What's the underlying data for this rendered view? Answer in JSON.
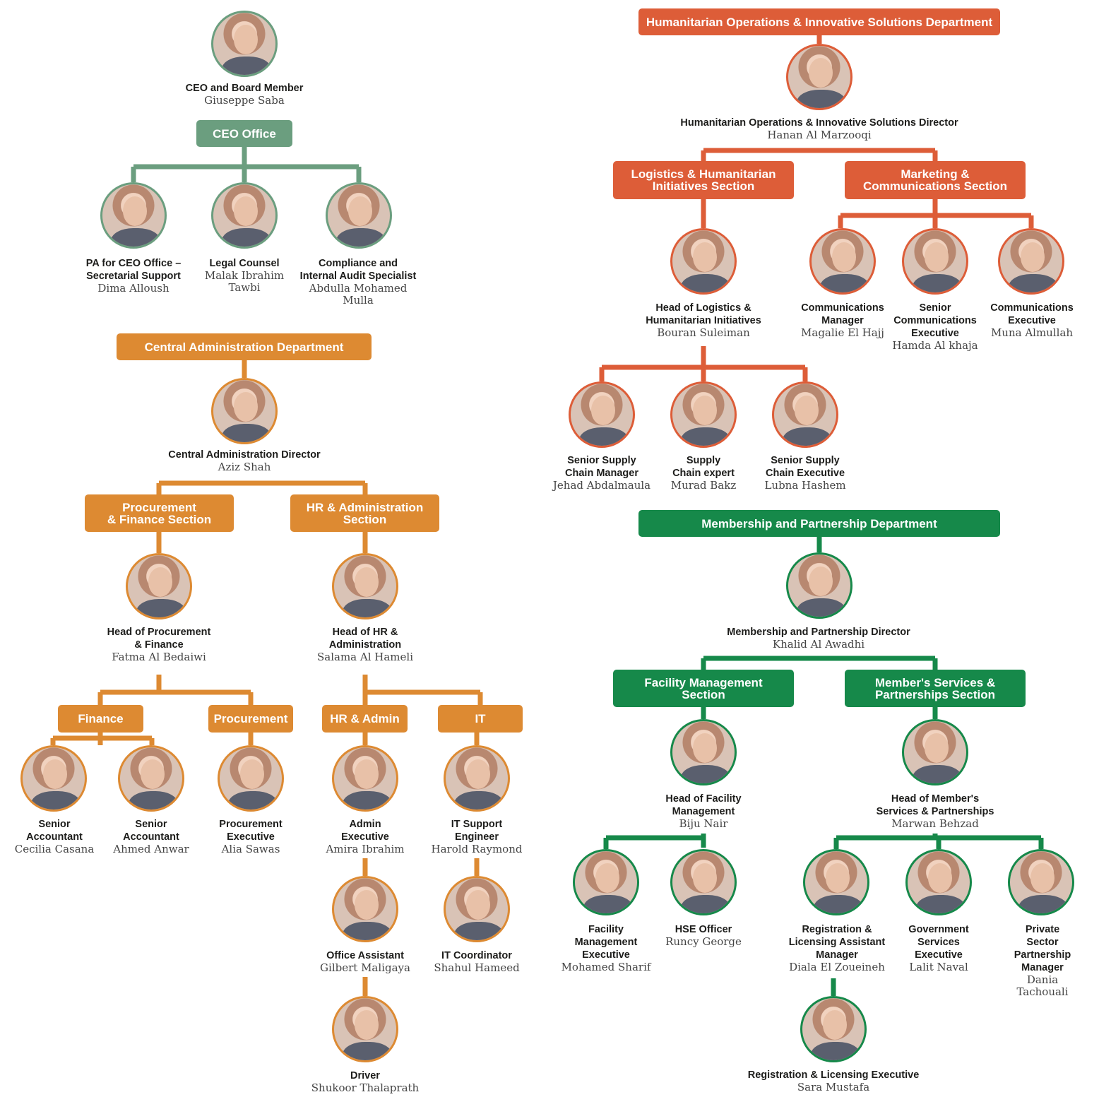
{
  "colors": {
    "ceo_office": "#6b9e7f",
    "central_admin": "#dd8a32",
    "humanitarian": "#dd5d38",
    "membership": "#16894a"
  },
  "headers": {
    "ceo_office": "CEO Office",
    "central_admin": "Central Administration Department",
    "procurement_finance": "Procurement\n& Finance Section",
    "hr_admin_section": "HR & Administration\nSection",
    "finance": "Finance",
    "procurement": "Procurement",
    "hr_admin": "HR & Admin",
    "it": "IT",
    "humanitarian": "Humanitarian Operations & Innovative Solutions Department",
    "logistics": "Logistics & Humanitarian\nInitiatives Section",
    "marketing": "Marketing &\nCommunications Section",
    "membership": "Membership and Partnership Department",
    "facility": "Facility Management\nSection",
    "members_services": "Member's Services &\nPartnerships Section"
  },
  "people": {
    "ceo": {
      "title": "CEO and Board Member",
      "name": "Giuseppe Saba"
    },
    "pa": {
      "title": "PA for CEO Office –\nSecretarial Support",
      "name": "Dima Alloush"
    },
    "legal": {
      "title": "Legal Counsel",
      "name": "Malak Ibrahim\nTawbi"
    },
    "compliance": {
      "title": "Compliance and\nInternal Audit Specialist",
      "name": "Abdulla Mohamed\nMulla"
    },
    "ca_director": {
      "title": "Central Administration Director",
      "name": "Aziz Shah"
    },
    "head_proc": {
      "title": "Head of Procurement\n& Finance",
      "name": "Fatma Al Bedaiwi"
    },
    "head_hr": {
      "title": "Head of HR &\nAdministration",
      "name": "Salama Al Hameli"
    },
    "sr_acc1": {
      "title": "Senior\nAccountant",
      "name": "Cecilia Casana"
    },
    "sr_acc2": {
      "title": "Senior\nAccountant",
      "name": "Ahmed Anwar"
    },
    "proc_exec": {
      "title": "Procurement\nExecutive",
      "name": "Alia Sawas"
    },
    "admin_exec": {
      "title": "Admin\nExecutive",
      "name": "Amira Ibrahim"
    },
    "it_support": {
      "title": "IT Support\nEngineer",
      "name": "Harold Raymond"
    },
    "office_asst": {
      "title": "Office Assistant",
      "name": "Gilbert Maligaya"
    },
    "it_coord": {
      "title": "IT Coordinator",
      "name": "Shahul Hameed"
    },
    "driver": {
      "title": "Driver",
      "name": "Shukoor Thalaprath"
    },
    "hum_director": {
      "title": "Humanitarian Operations & Innovative Solutions Director",
      "name": "Hanan Al Marzooqi"
    },
    "head_logistics": {
      "title": "Head of Logistics &\nHumanitarian  Initiatives",
      "name": "Bouran Suleiman"
    },
    "comm_mgr": {
      "title": "Communications\nManager",
      "name": "Magalie El Hajj"
    },
    "sr_comm": {
      "title": "Senior\nCommunications\nExecutive",
      "name": "Hamda Al khaja"
    },
    "comm_exec": {
      "title": "Communications\nExecutive",
      "name": "Muna Almullah"
    },
    "sr_supply_mgr": {
      "title": "Senior Supply\nChain Manager",
      "name": "Jehad Abdalmaula"
    },
    "supply_expert": {
      "title": "Supply\nChain expert",
      "name": "Murad Bakz"
    },
    "sr_supply_exec": {
      "title": "Senior Supply\nChain Executive",
      "name": "Lubna Hashem"
    },
    "mem_director": {
      "title": "Membership and Partnership Director",
      "name": "Khalid Al Awadhi"
    },
    "head_facility": {
      "title": "Head of Facility\nManagement",
      "name": "Biju Nair"
    },
    "head_members": {
      "title": "Head of Member's\nServices & Partnerships",
      "name": "Marwan Behzad"
    },
    "facility_exec": {
      "title": "Facility\nManagement\nExecutive",
      "name": "Mohamed Sharif"
    },
    "hse": {
      "title": "HSE Officer",
      "name": "Runcy George"
    },
    "reg_mgr": {
      "title": "Registration &\nLicensing Assistant\nManager",
      "name": "Diala El Zoueineh"
    },
    "gov_exec": {
      "title": "Government\nServices\nExecutive",
      "name": "Lalit Naval"
    },
    "private_mgr": {
      "title": "Private Sector\nPartnership\nManager",
      "name": "Dania Tachouali"
    },
    "reg_exec": {
      "title": "Registration & Licensing Executive",
      "name": "Sara Mustafa"
    }
  }
}
